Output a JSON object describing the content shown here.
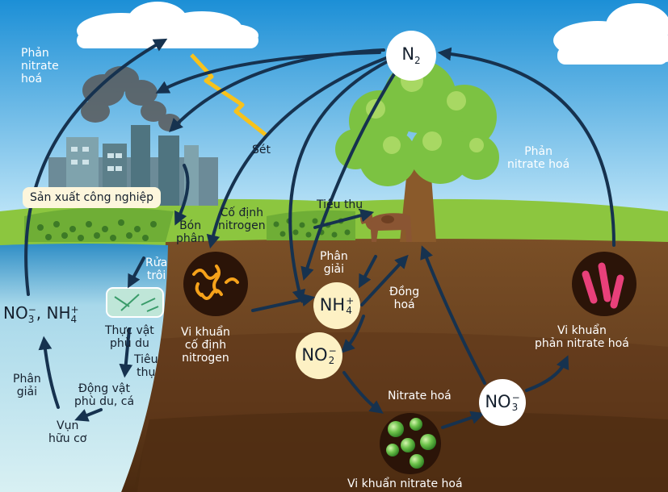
{
  "nodes": {
    "n2": {
      "base": "N",
      "sub": "2"
    },
    "nh4": {
      "base": "NH",
      "sup": "+",
      "sub": "4"
    },
    "no2": {
      "base": "NO",
      "sup": "−",
      "sub": "2"
    },
    "no3": {
      "base": "NO",
      "sup": "−",
      "sub": "3"
    }
  },
  "water_species": {
    "a_base": "NO",
    "a_sup": "−",
    "a_sub": "3",
    "sep": ",",
    "b_base": " NH",
    "b_sup": "+",
    "b_sub": "4"
  },
  "labels": {
    "denitrification_left": "Phản\nnitrate\nhoá",
    "denitrification_right": "Phản\nnitrate hoá",
    "lightning": "Sét",
    "industry": "Sản xuất công nghiệp",
    "fertilizer": "Bón\nphân",
    "fixation": "Cố định\nnitrogen",
    "consumption_land": "Tiêu thụ",
    "runoff": "Rửa\ntrôi",
    "decomposition_soil": "Phân\ngiải",
    "assimilation": "Đồng\nhoá",
    "fixing_bacteria": "Vi khuẩn\ncố định\nnitrogen",
    "nitrification": "Nitrate hoá",
    "nitrifying_bacteria": "Vi khuẩn nitrate hoá",
    "denitrifying_bacteria": "Vi khuẩn\nphản nitrate hoá",
    "phytoplankton": "Thực vật\nphù du",
    "consumption_water": "Tiêu\nthụ",
    "zooplankton": "Động vật\nphù du, cá",
    "detritus": "Vụn\nhữu cơ",
    "decomposition_water": "Phân\ngiải"
  },
  "colors": {
    "sky_top": "#1c8fd6",
    "sky_bottom": "#cfeefb",
    "grass": "#8cc63f",
    "soil_top": "#754c24",
    "soil_bottom": "#4a2a10",
    "water": "#bfe3ee",
    "arrow": "#16324f",
    "node_white": "#ffffff",
    "node_cream": "#fdf1c4",
    "lightning": "#f7c21b",
    "bacteria_yellow": "#f6a21a",
    "bacteria_pink": "#e8407a",
    "bacteria_green": "#56b947"
  },
  "icons": [
    "cloud-icon",
    "lightning-icon",
    "factory-icon",
    "tree-icon",
    "cow-icon",
    "crop-icon",
    "bacteria-icon"
  ]
}
